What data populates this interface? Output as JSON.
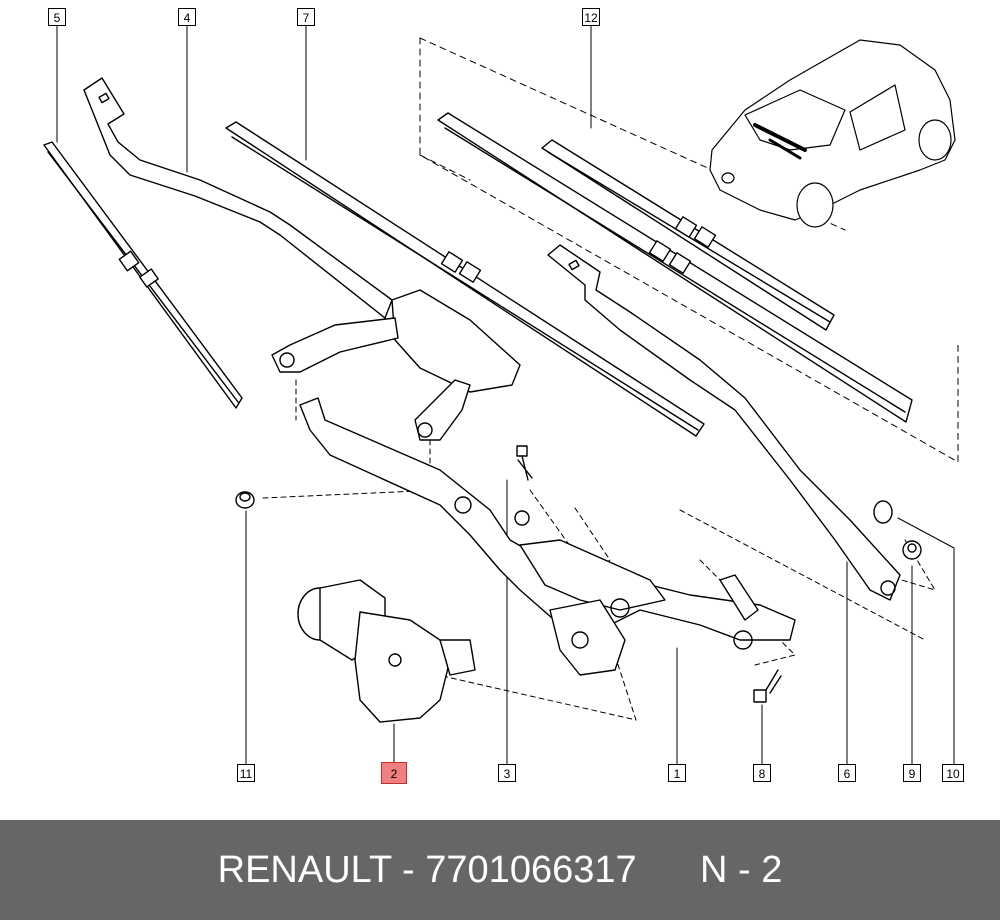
{
  "callouts": {
    "c1": "1",
    "c2": "2",
    "c3": "3",
    "c4": "4",
    "c5": "5",
    "c6": "6",
    "c7": "7",
    "c8": "8",
    "c9": "9",
    "c10": "10",
    "c11": "11",
    "c12": "12"
  },
  "highlight_color": "#f08080",
  "footer": {
    "brand": "RENAULT",
    "separator": " - ",
    "part_number": "7701066317",
    "position": "N - 2",
    "background": "#666666"
  }
}
